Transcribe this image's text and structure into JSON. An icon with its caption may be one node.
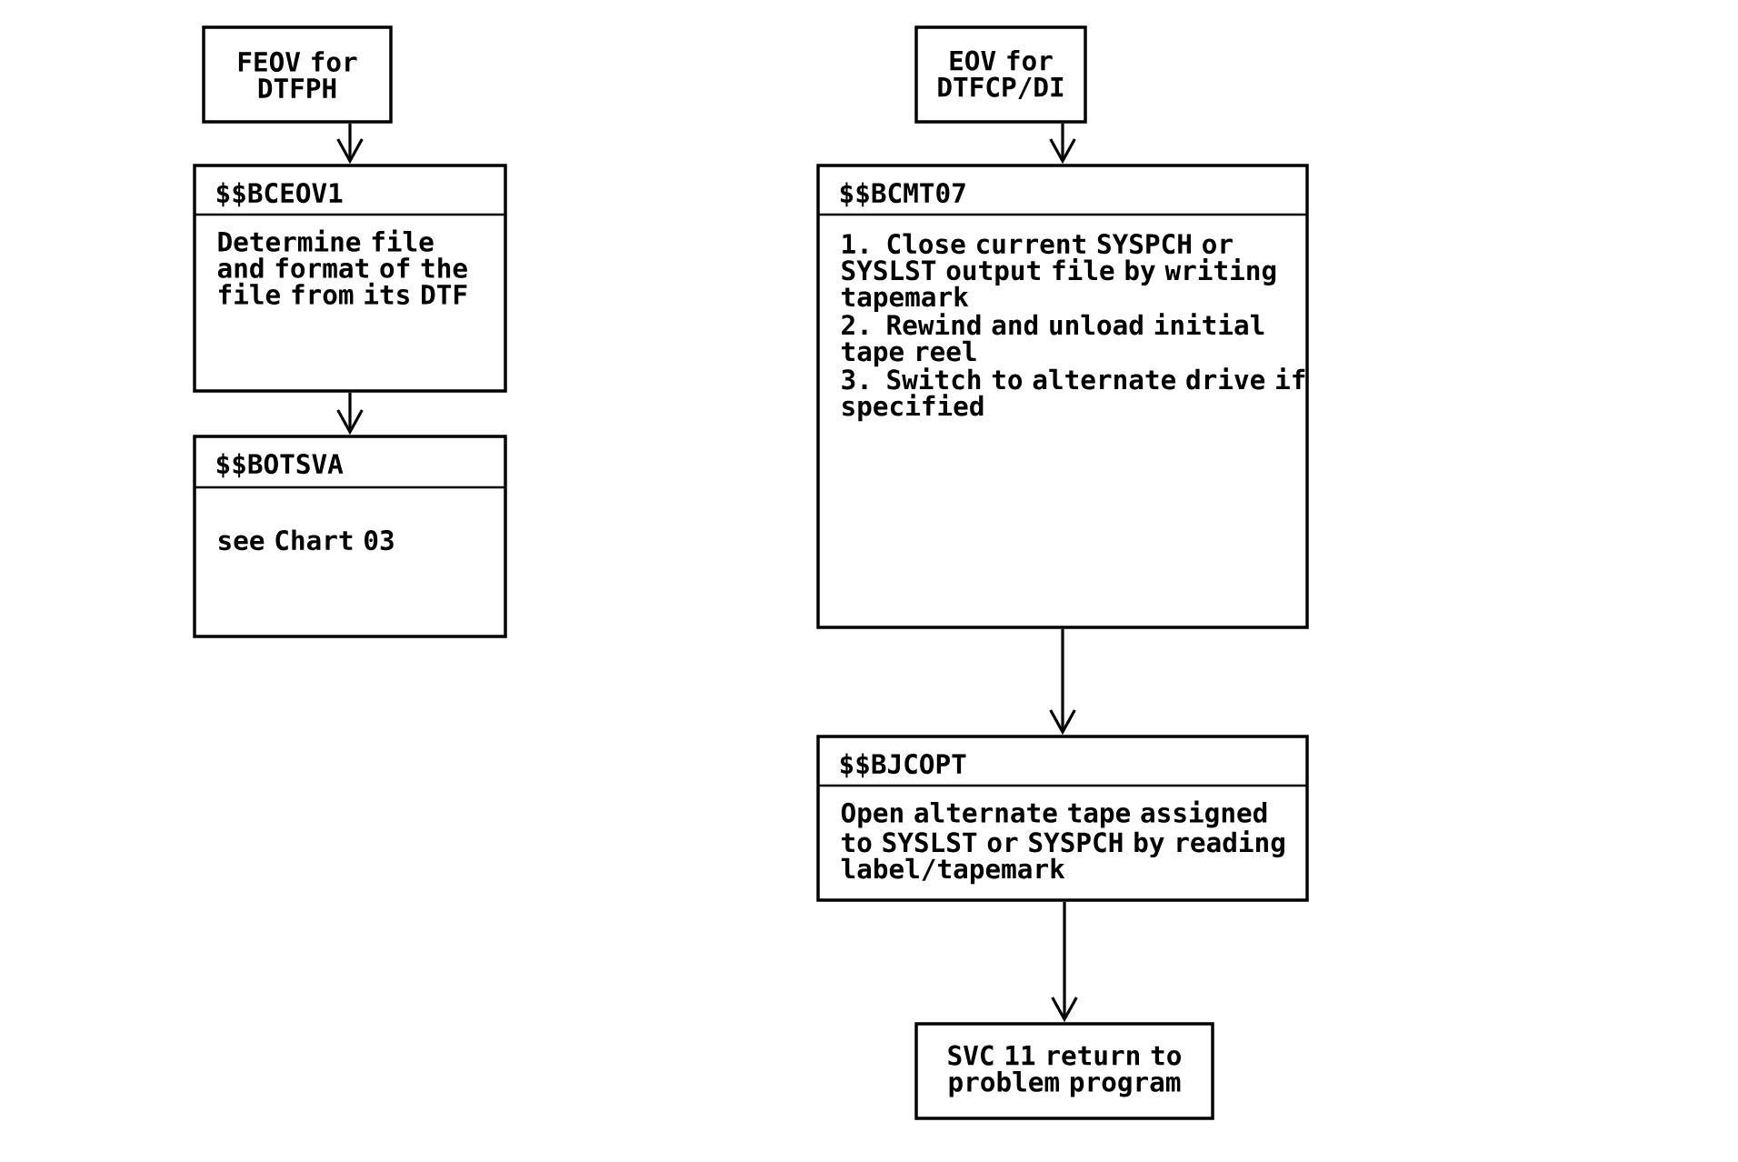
{
  "diagram": {
    "nodes": [
      {
        "text": [
          "FEOV for DTFPH"
        ]
      },
      {
        "text": [
          "$$BCEOV1",
          "Determine file and format of the file from its DTF"
        ]
      },
      {
        "text": [
          "$$BOTSVA",
          "see Chart 03"
        ]
      },
      {
        "text": [
          "EOV for DTFCP/DI"
        ]
      },
      {
        "text": [
          "$$BCMT07",
          "1. Close current SYSPCH or SYSLST output file by writing tapemark",
          "2. Rewind and unload initial tape reel",
          "3. Switch to alternate drive if specified"
        ]
      },
      {
        "text": [
          "$$BJCOPT",
          "Open alternate tape assigned to SYSLST or SYSPCH by reading label/tapemark"
        ]
      },
      {
        "text": [
          "SVC 11 return to problem program"
        ]
      }
    ],
    "edges": [
      {
        "from": 0,
        "to": 1,
        "arrow": "to"
      },
      {
        "from": 1,
        "to": 2,
        "arrow": "to"
      },
      {
        "from": 3,
        "to": 4,
        "arrow": "to"
      },
      {
        "from": 4,
        "to": 5,
        "arrow": "to"
      },
      {
        "from": 5,
        "to": 6,
        "arrow": "to"
      }
    ]
  }
}
